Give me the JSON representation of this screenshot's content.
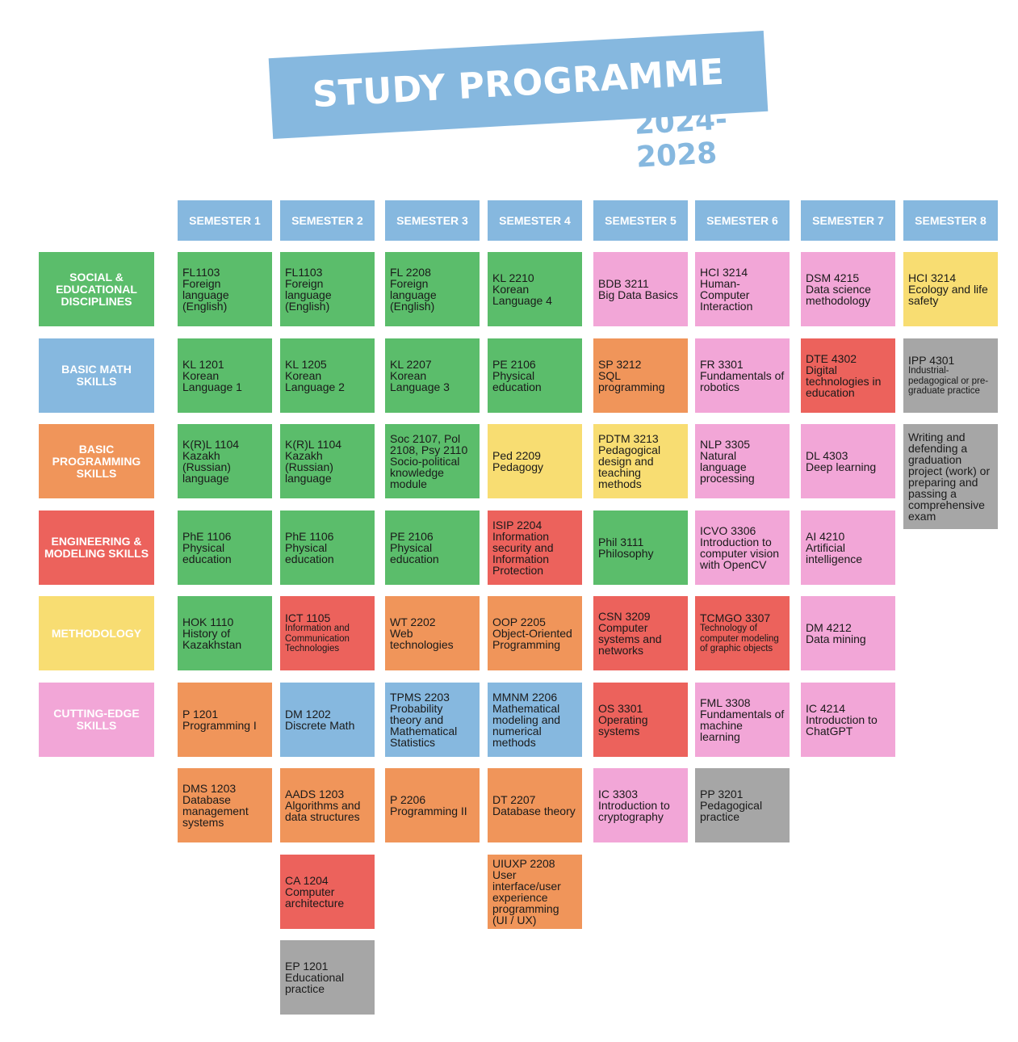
{
  "header": {
    "title": "STUDY PROGRAMME",
    "years": "2024-2028"
  },
  "semesters": [
    "SEMESTER 1",
    "SEMESTER 2",
    "SEMESTER 3",
    "SEMESTER 4",
    "SEMESTER 5",
    "SEMESTER 6",
    "SEMESTER 7",
    "SEMESTER 8"
  ],
  "categories": [
    {
      "label": "SOCIAL & EDUCATIONAL DISCIPLINES",
      "color": "green"
    },
    {
      "label": "BASIC MATH SKILLS",
      "color": "blue"
    },
    {
      "label": "BASIC PROGRAMMING SKILLS",
      "color": "orange"
    },
    {
      "label": "ENGINEERING & MODELING SKILLS",
      "color": "red"
    },
    {
      "label": "METHODOLOGY",
      "color": "yellow"
    },
    {
      "label": "CUTTING-EDGE SKILLS",
      "color": "pink"
    }
  ],
  "columns": [
    [
      {
        "code": "FL1103",
        "name": "Foreign language (English)",
        "color": "green"
      },
      {
        "code": "KL 1201",
        "name": "Korean Language 1",
        "color": "green"
      },
      {
        "code": "K(R)L 1104",
        "name": "Kazakh (Russian) language",
        "color": "green"
      },
      {
        "code": "PhE 1106",
        "name": "Physical education",
        "color": "green"
      },
      {
        "code": "HOK 1110",
        "name": "History of Kazakhstan",
        "color": "green"
      },
      {
        "code": "P 1201",
        "name": "Programming I",
        "color": "orange"
      },
      {
        "code": "DMS 1203",
        "name": "Database management systems",
        "color": "orange"
      }
    ],
    [
      {
        "code": "FL1103",
        "name": "Foreign language (English)",
        "color": "green"
      },
      {
        "code": "KL 1205",
        "name": "Korean Language 2",
        "color": "green"
      },
      {
        "code": "K(R)L 1104",
        "name": "Kazakh (Russian) language",
        "color": "green"
      },
      {
        "code": "PhE 1106",
        "name": "Physical education",
        "color": "green"
      },
      {
        "code": "ICT 1105",
        "name": "Information and Communication Technologies",
        "color": "red",
        "small": true
      },
      {
        "code": "DM 1202",
        "name": "Discrete Math",
        "color": "blue"
      },
      {
        "code": "AADS 1203",
        "name": "Algorithms and data structures",
        "color": "orange"
      },
      {
        "code": "CA 1204",
        "name": "Computer architecture",
        "color": "red"
      },
      {
        "code": "EP 1201",
        "name": "Educational practice",
        "color": "gray"
      }
    ],
    [
      {
        "code": "FL 2208",
        "name": "Foreign language (English)",
        "color": "green"
      },
      {
        "code": "KL 2207",
        "name": "Korean Language 3",
        "color": "green"
      },
      {
        "code": "Soc 2107, Pol 2108, Psy 2110",
        "name": "Socio-political knowledge module",
        "color": "green"
      },
      {
        "code": "PE 2106",
        "name": "Physical education",
        "color": "green"
      },
      {
        "code": "WT 2202",
        "name": "Web technologies",
        "color": "orange"
      },
      {
        "code": "TPMS 2203",
        "name": "Probability theory and Mathematical Statistics",
        "color": "blue"
      },
      {
        "code": "P 2206",
        "name": "Programming II",
        "color": "orange"
      }
    ],
    [
      {
        "code": "KL 2210",
        "name": "Korean Language 4",
        "color": "green"
      },
      {
        "code": "PE 2106",
        "name": "Physical education",
        "color": "green"
      },
      {
        "code": "Ped 2209",
        "name": "Pedagogy",
        "color": "yellow"
      },
      {
        "code": "ISIP 2204",
        "name": "Information security and Information Protection",
        "color": "red"
      },
      {
        "code": "OOP 2205",
        "name": "Object-Oriented Programming",
        "color": "orange"
      },
      {
        "code": "MMNM 2206",
        "name": "Mathematical modeling and numerical methods",
        "color": "blue"
      },
      {
        "code": "DT 2207",
        "name": "Database theory",
        "color": "orange"
      },
      {
        "code": "UIUXP 2208",
        "name": "User interface/user experience programming (UI / UX)",
        "color": "orange"
      }
    ],
    [
      {
        "code": "BDB 3211",
        "name": "Big Data Basics",
        "color": "pink"
      },
      {
        "code": "SP 3212",
        "name": "SQL programming",
        "color": "orange"
      },
      {
        "code": "PDTM 3213",
        "name": "Pedagogical design and teaching methods",
        "color": "yellow"
      },
      {
        "code": "Phil 3111",
        "name": "Philosophy",
        "color": "green"
      },
      {
        "code": "CSN 3209",
        "name": "Computer systems and networks",
        "color": "red"
      },
      {
        "code": "OS 3301",
        "name": "Operating systems",
        "color": "red"
      },
      {
        "code": "IC 3303",
        "name": "Introduction to cryptography",
        "color": "pink"
      }
    ],
    [
      {
        "code": "HCI 3214",
        "name": "Human-Computer Interaction",
        "color": "pink"
      },
      {
        "code": "FR 3301",
        "name": "Fundamentals of robotics",
        "color": "pink"
      },
      {
        "code": "NLP 3305",
        "name": "Natural language processing",
        "color": "pink"
      },
      {
        "code": "ICVO 3306",
        "name": "Introduction to computer vision with OpenCV",
        "color": "pink"
      },
      {
        "code": "TCMGO 3307",
        "name": "Technology of computer modeling of graphic objects",
        "color": "red",
        "small": true
      },
      {
        "code": "FML 3308",
        "name": "Fundamentals of machine learning",
        "color": "pink"
      },
      {
        "code": "PP 3201",
        "name": "Pedagogical practice",
        "color": "gray"
      }
    ],
    [
      {
        "code": "DSM 4215",
        "name": "Data science methodology",
        "color": "pink"
      },
      {
        "code": "DTE 4302",
        "name": "Digital technologies in education",
        "color": "red"
      },
      {
        "code": "DL 4303",
        "name": "Deep learning",
        "color": "pink"
      },
      {
        "code": "AI 4210",
        "name": "Artificial intelligence",
        "color": "pink"
      },
      {
        "code": "DM 4212",
        "name": "Data mining",
        "color": "pink"
      },
      {
        "code": "IC 4214",
        "name": "Introduction to ChatGPT",
        "color": "pink"
      }
    ],
    [
      {
        "code": "HCI 3214",
        "name": "Ecology and life safety",
        "color": "yellow"
      },
      {
        "code": "IPP 4301",
        "name": "Industrial-pedagogical or pre-graduate practice",
        "color": "gray",
        "small": true
      },
      {
        "code": "Writing and defending a graduation project (work) or preparing and passing a comprehensive exam",
        "name": "",
        "color": "gray",
        "tall": true
      }
    ]
  ]
}
